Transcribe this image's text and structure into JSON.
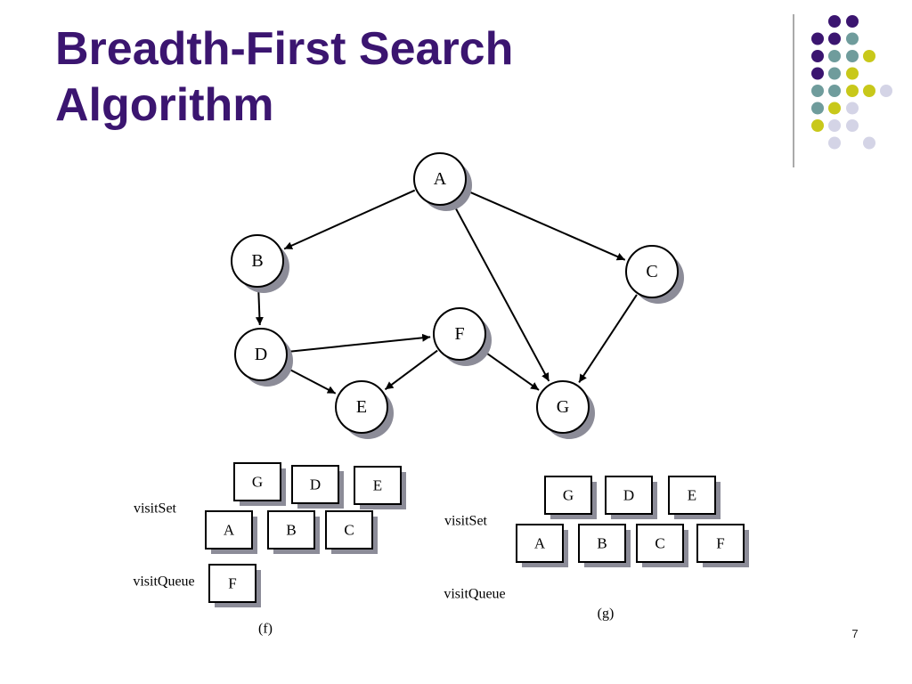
{
  "slide": {
    "title_line1": "Breadth-First Search",
    "title_line2": "Algorithm",
    "slide_number": "7"
  },
  "colors": {
    "title": "#3b1570",
    "deco_purple": "#3b1570",
    "deco_teal": "#6f9c9c",
    "deco_yellow": "#c8c81a",
    "deco_lavender": "#d4d4e6",
    "node_shadow": "#8c8c98"
  },
  "graph": {
    "nodes": [
      "A",
      "B",
      "C",
      "D",
      "E",
      "F",
      "G"
    ],
    "edges": [
      [
        "A",
        "B"
      ],
      [
        "A",
        "C"
      ],
      [
        "A",
        "G"
      ],
      [
        "B",
        "D"
      ],
      [
        "C",
        "G"
      ],
      [
        "D",
        "F"
      ],
      [
        "D",
        "E"
      ],
      [
        "F",
        "E"
      ],
      [
        "F",
        "G"
      ]
    ]
  },
  "panel_f": {
    "caption": "(f)",
    "visit_set_label": "visitSet",
    "visit_queue_label": "visitQueue",
    "visit_set": [
      "A",
      "B",
      "C",
      "G",
      "D",
      "E"
    ],
    "visit_queue": [
      "F"
    ]
  },
  "panel_g": {
    "caption": "(g)",
    "visit_set_label": "visitSet",
    "visit_queue_label": "visitQueue",
    "visit_set": [
      "A",
      "B",
      "C",
      "F",
      "G",
      "D",
      "E"
    ],
    "visit_queue": []
  }
}
